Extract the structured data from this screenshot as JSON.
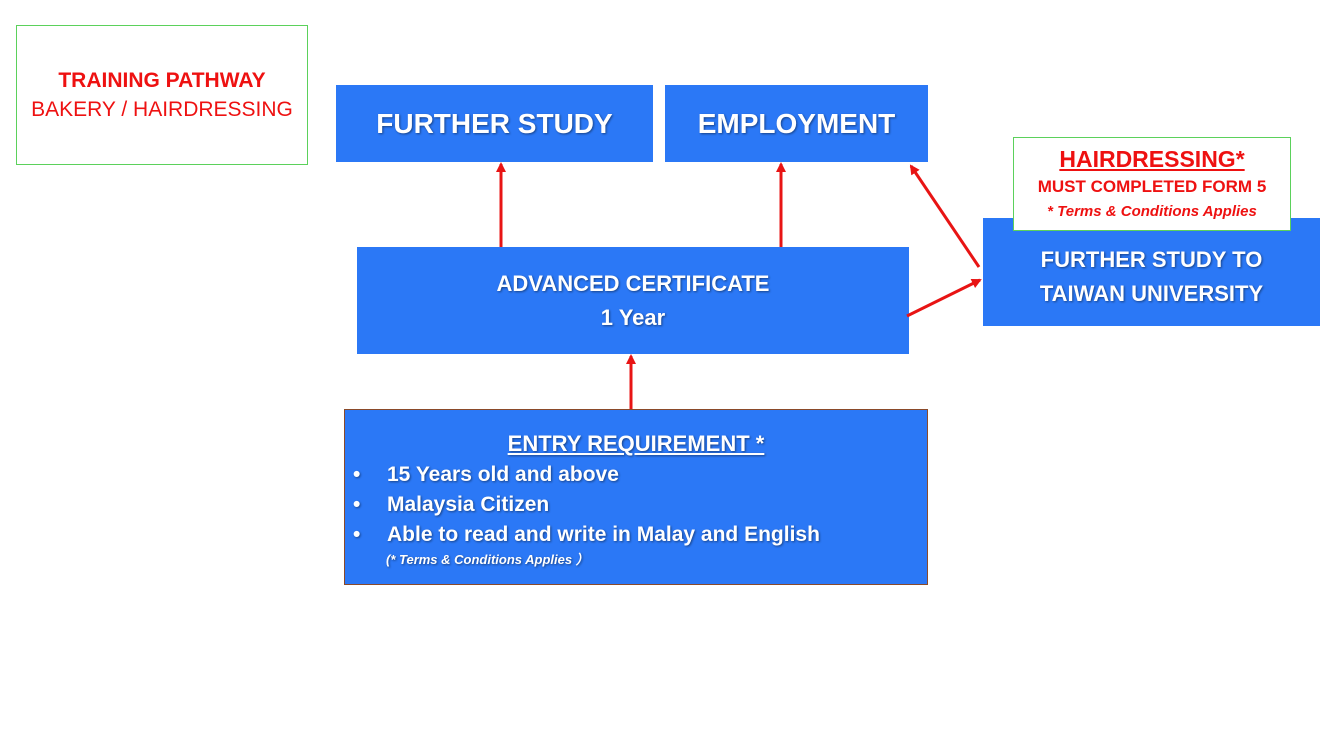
{
  "title_box": {
    "line1": "TRAINING PATHWAY",
    "line2": "BAKERY / HAIRDRESSING"
  },
  "further_study": {
    "label": "FURTHER STUDY"
  },
  "employment": {
    "label": "EMPLOYMENT"
  },
  "advanced_certificate": {
    "label": "ADVANCED CERTIFICATE",
    "duration": "1 Year"
  },
  "hairdressing_note": {
    "heading": "HAIRDRESSING*",
    "requirement": "MUST COMPLETED FORM 5",
    "terms": "* Terms & Conditions Applies"
  },
  "taiwan": {
    "line1": "FURTHER STUDY TO",
    "line2": "TAIWAN UNIVERSITY"
  },
  "entry_requirement": {
    "title": "ENTRY REQUIREMENT *",
    "bullet": "•",
    "items": [
      "15 Years old and above",
      "Malaysia Citizen",
      "Able to read and write in Malay and English"
    ],
    "note": "(* Terms & Conditions Applies ）"
  },
  "colors": {
    "box_blue": "#2b78f6",
    "arrow_red": "#e81414",
    "title_red": "#ee1111",
    "frame_green": "#5bd15b"
  }
}
